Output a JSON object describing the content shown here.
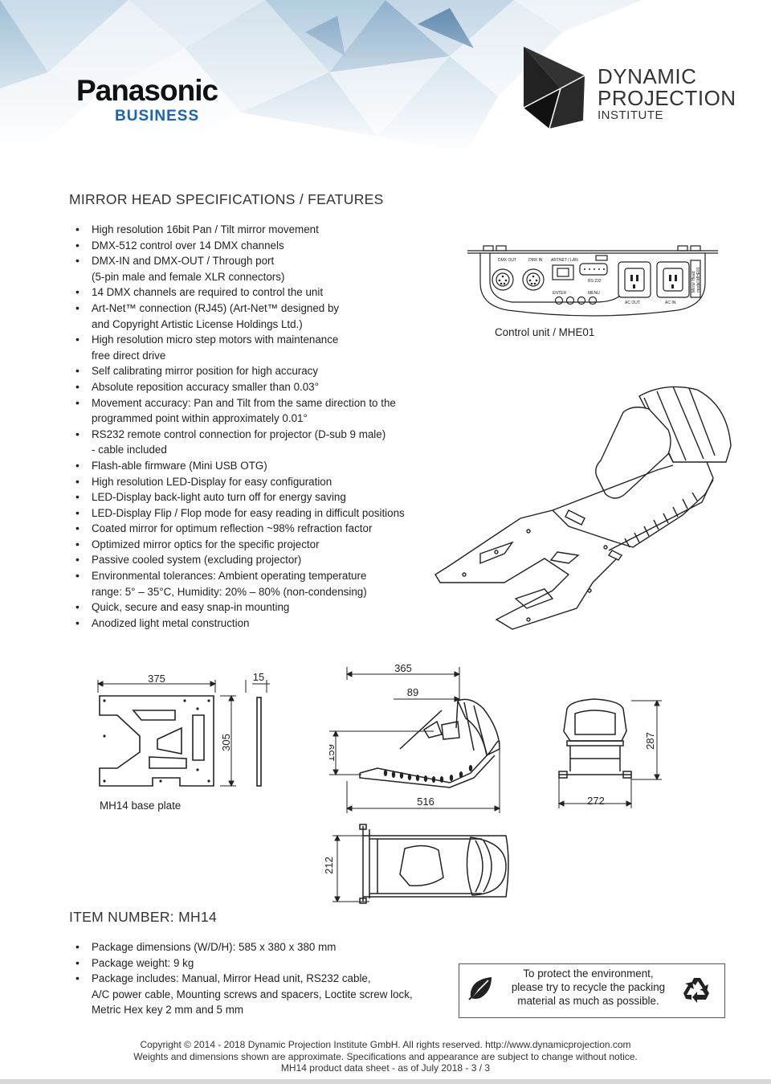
{
  "header": {
    "brand": "Panasonic",
    "brand_sub": "BUSINESS",
    "institute_line1": "DYNAMIC",
    "institute_line2": "PROJECTION",
    "institute_line3": "INSTITUTE"
  },
  "specs": {
    "title": "MIRROR HEAD SPECIFICATIONS / FEATURES",
    "items": [
      {
        "a": "High resolution 16bit Pan / Tilt mirror movement",
        "b": ""
      },
      {
        "a": "DMX-512 control over 14 DMX channels",
        "b": ""
      },
      {
        "a": "DMX-IN and DMX-OUT / Through port",
        "b": "(5-pin male and female XLR connectors)"
      },
      {
        "a": "14 DMX channels are required to control the unit",
        "b": ""
      },
      {
        "a": "Art-Net™ connection (RJ45) (Art-Net™ designed by",
        "b": "and Copyright Artistic License Holdings Ltd.)"
      },
      {
        "a": "High resolution micro step motors with maintenance",
        "b": "free direct drive"
      },
      {
        "a": "Self calibrating mirror position for high accuracy",
        "b": ""
      },
      {
        "a": "Absolute reposition accuracy smaller than 0.03°",
        "b": ""
      },
      {
        "a": "Movement accuracy: Pan and Tilt from the same direction to the",
        "b": "programmed point within approximately 0.01°"
      },
      {
        "a": "RS232 remote control connection for projector (D-sub 9 male)",
        "b": "- cable included"
      },
      {
        "a": "Flash-able firmware (Mini USB OTG)",
        "b": ""
      },
      {
        "a": "High resolution LED-Display for easy configuration",
        "b": ""
      },
      {
        "a": "LED-Display back-light auto turn off for energy saving",
        "b": ""
      },
      {
        "a": "LED-Display Flip / Flop mode for easy reading in difficult positions",
        "b": ""
      },
      {
        "a": "Coated mirror for optimum reflection ~98% refraction factor",
        "b": ""
      },
      {
        "a": "Optimized mirror optics for the specific projector",
        "b": ""
      },
      {
        "a": "Passive cooled system (excluding projector)",
        "b": ""
      },
      {
        "a": "Environmental tolerances: Ambient operating temperature",
        "b": "range: 5° – 35°C, Humidity: 20% – 80% (non-condensing)"
      },
      {
        "a": "Quick, secure and easy snap-in mounting",
        "b": ""
      },
      {
        "a": "Anodized light metal construction",
        "b": ""
      }
    ]
  },
  "control_unit": {
    "caption": "Control unit / MHE01",
    "labels": {
      "dmx_out": "DMX OUT",
      "dmx_in": "DMX IN",
      "artnet": "ARTNET / LAN",
      "rs232": "RS 232",
      "enter": "ENTER",
      "menu": "MENU",
      "ac_out": "AC OUT",
      "ac_in": "AC IN",
      "side_1": "Mirror Head",
      "side_2": "model MHE01"
    }
  },
  "drawings": {
    "base_plate_caption": "MH14 base plate",
    "dim_375": "375",
    "dim_15": "15",
    "dim_305": "305",
    "dim_365": "365",
    "dim_89": "89",
    "dim_159": "159",
    "dim_516": "516",
    "dim_272": "272",
    "dim_287": "287",
    "dim_212": "212"
  },
  "item": {
    "title": "ITEM NUMBER: MH14",
    "items": [
      {
        "a": "Package dimensions (W/D/H): 585 x 380 x 380 mm",
        "b": "",
        "c": ""
      },
      {
        "a": "Package weight: 9 kg",
        "b": "",
        "c": ""
      },
      {
        "a": "Package includes: Manual, Mirror Head unit, RS232 cable,",
        "b": "A/C power cable, Mounting screws and spacers, Loctite screw lock,",
        "c": "Metric Hex key 2 mm and 5 mm"
      }
    ]
  },
  "eco": {
    "line1": "To protect the environment,",
    "line2": "please try to recycle the packing",
    "line3": "material as much as possible.",
    "leaf_icon": "leaf-icon",
    "recycle_icon": "recycle-icon"
  },
  "footer": {
    "line1": "Copyright © 2014 - 2018 Dynamic Projection Institute GmbH. All rights reserved. http://www.dynamicprojection.com",
    "line2": "Weights and dimensions shown are approximate. Specifications and appearance are subject to change without notice.",
    "line3": "MH14 product data sheet - as of July 2018 -    3 / 3"
  }
}
